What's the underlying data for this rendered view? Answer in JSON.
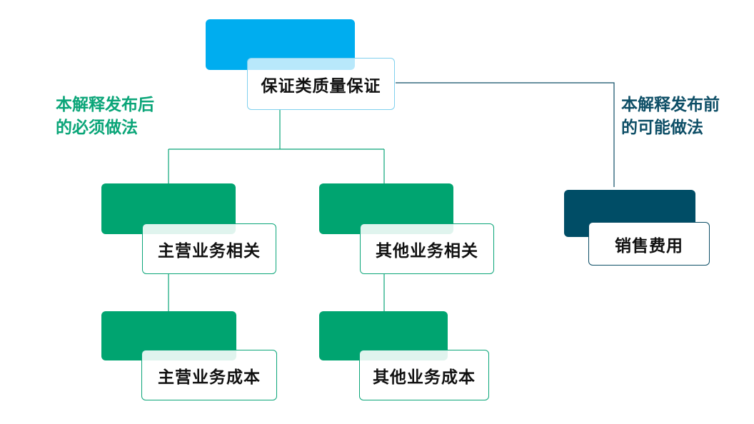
{
  "colors": {
    "root_fill": "#00adef",
    "green_fill": "#00a470",
    "navy_fill": "#004d66",
    "green_text": "#0aa578",
    "navy_text": "#0d4e66"
  },
  "nodes": {
    "root": "保证类质量保证",
    "main_business": "主营业务相关",
    "other_business": "其他业务相关",
    "main_cost": "主营业务成本",
    "other_cost": "其他业务成本",
    "sales_expense": "销售费用"
  },
  "annotations": {
    "after_line1": "本解释发布后",
    "after_line2": "的必须做法",
    "before_line1": "本解释发布前",
    "before_line2": "的可能做法"
  }
}
